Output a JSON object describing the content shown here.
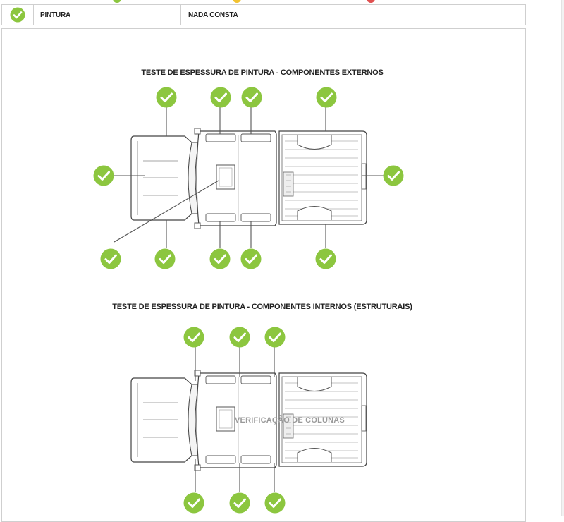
{
  "header": {
    "status_icon": "check-circle-icon",
    "label": "PINTURA",
    "value": "NADA CONSTA"
  },
  "sections": {
    "external_title": "TESTE DE ESPESSURA DE PINTURA - COMPONENTES EXTERNOS",
    "internal_title": "TESTE DE ESPESSURA DE PINTURA - COMPONENTES INTERNOS (ESTRUTURAIS)",
    "internal_overlay": "VERIFICAÇÃO DE COLUNAS"
  },
  "colors": {
    "ok_green": "#8cc63f",
    "border": "#cfcfcf",
    "line": "#555555",
    "legend_yellow": "#f2c230",
    "legend_red": "#e05050"
  }
}
